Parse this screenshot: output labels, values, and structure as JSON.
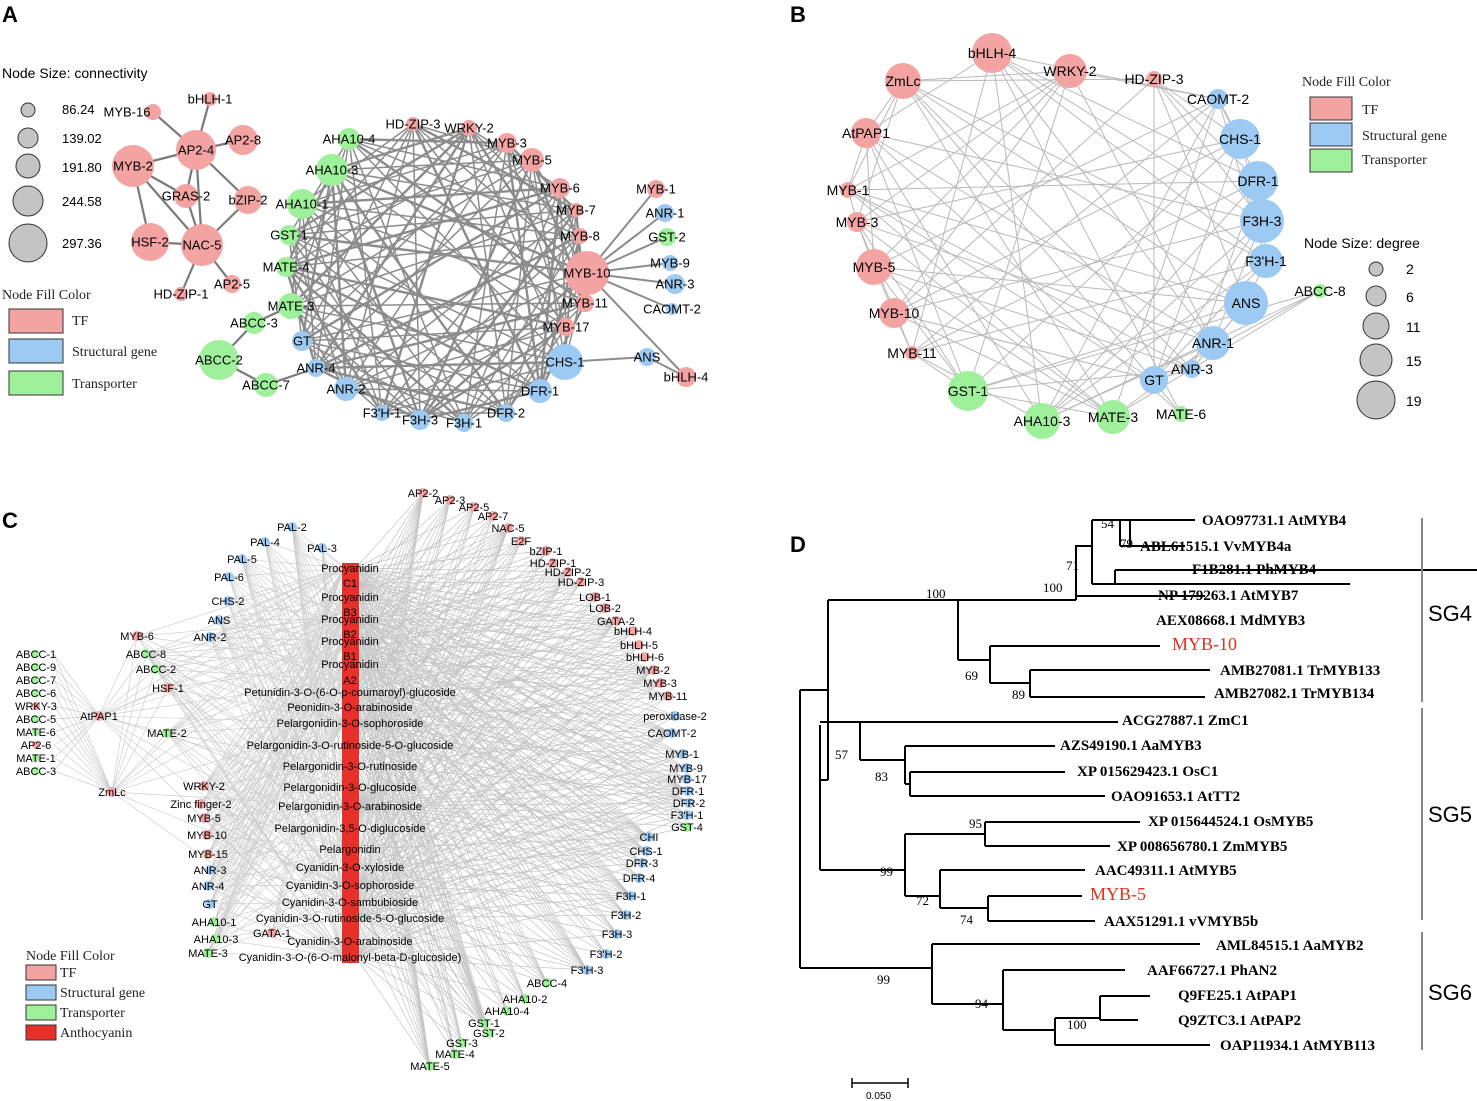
{
  "colors": {
    "tf": "#f4a3a3",
    "structural": "#9ccaf3",
    "transporter": "#9ff09a",
    "anthocyanin": "#e8302a",
    "edge": "#8c8c8c",
    "edge_light": "#c8c8c8",
    "highlight": "#e0301e"
  },
  "panels": {
    "a": "A",
    "b": "B",
    "c": "C",
    "d": "D"
  },
  "panel_a": {
    "size_title": "Node Size:  connectivity",
    "size_values": [
      "86.24",
      "139.02",
      "191.80",
      "244.58",
      "297.36"
    ],
    "fill_title": "Node Fill Color",
    "fill_items": [
      "TF",
      "Structural gene",
      "Transporter"
    ],
    "nodes": [
      {
        "id": "MYB-16",
        "t": "tf",
        "s": 8
      },
      {
        "id": "bHLH-1",
        "t": "tf",
        "s": 7
      },
      {
        "id": "AP2-4",
        "t": "tf",
        "s": 20
      },
      {
        "id": "AP2-8",
        "t": "tf",
        "s": 15
      },
      {
        "id": "MYB-2",
        "t": "tf",
        "s": 21
      },
      {
        "id": "GRAS-2",
        "t": "tf",
        "s": 12
      },
      {
        "id": "bZIP-2",
        "t": "tf",
        "s": 14
      },
      {
        "id": "HSF-2",
        "t": "tf",
        "s": 19
      },
      {
        "id": "NAC-5",
        "t": "tf",
        "s": 21
      },
      {
        "id": "AP2-5",
        "t": "tf",
        "s": 9
      },
      {
        "id": "HD-ZIP-1",
        "t": "tf",
        "s": 7
      },
      {
        "id": "AHA10-4",
        "t": "tr",
        "s": 11
      },
      {
        "id": "AHA10-3",
        "t": "tr",
        "s": 16
      },
      {
        "id": "AHA10-1",
        "t": "tr",
        "s": 15
      },
      {
        "id": "GST-1",
        "t": "tr",
        "s": 10
      },
      {
        "id": "MATE-4",
        "t": "tr",
        "s": 10
      },
      {
        "id": "MATE-3",
        "t": "tr",
        "s": 13
      },
      {
        "id": "ABCC-3",
        "t": "tr",
        "s": 11
      },
      {
        "id": "ABCC-2",
        "t": "tr",
        "s": 20
      },
      {
        "id": "ABCC-7",
        "t": "tr",
        "s": 12
      },
      {
        "id": "GT",
        "t": "st",
        "s": 10
      },
      {
        "id": "ANR-4",
        "t": "st",
        "s": 9
      },
      {
        "id": "ANR-2",
        "t": "st",
        "s": 12
      },
      {
        "id": "F3'H-1",
        "t": "st",
        "s": 8
      },
      {
        "id": "F3H-3",
        "t": "st",
        "s": 10
      },
      {
        "id": "F3H-1",
        "t": "st",
        "s": 9
      },
      {
        "id": "DFR-2",
        "t": "st",
        "s": 9
      },
      {
        "id": "DFR-1",
        "t": "st",
        "s": 12
      },
      {
        "id": "CHS-1",
        "t": "st",
        "s": 18
      },
      {
        "id": "ANS",
        "t": "st",
        "s": 9
      },
      {
        "id": "HD-ZIP-3",
        "t": "tf",
        "s": 7
      },
      {
        "id": "WRKY-2",
        "t": "tf",
        "s": 8
      },
      {
        "id": "MYB-3",
        "t": "tf",
        "s": 10
      },
      {
        "id": "MYB-5",
        "t": "tf",
        "s": 12
      },
      {
        "id": "MYB-6",
        "t": "tf",
        "s": 10
      },
      {
        "id": "MYB-7",
        "t": "tf",
        "s": 7
      },
      {
        "id": "MYB-8",
        "t": "tf",
        "s": 8
      },
      {
        "id": "MYB-10",
        "t": "tf",
        "s": 22
      },
      {
        "id": "MYB-11",
        "t": "tf",
        "s": 9
      },
      {
        "id": "MYB-17",
        "t": "tf",
        "s": 9
      },
      {
        "id": "MYB-1",
        "t": "tf",
        "s": 9
      },
      {
        "id": "ANR-1",
        "t": "st",
        "s": 9
      },
      {
        "id": "GST-2",
        "t": "tr",
        "s": 9
      },
      {
        "id": "MYB-9",
        "t": "st",
        "s": 8
      },
      {
        "id": "ANR-3",
        "t": "st",
        "s": 10
      },
      {
        "id": "CAOMT-2",
        "t": "st",
        "s": 6
      },
      {
        "id": "bHLH-4",
        "t": "tf",
        "s": 10
      }
    ]
  },
  "panel_b": {
    "fill_title": "Node Fill Color",
    "fill_items": [
      "TF",
      "Structural gene",
      "Transporter"
    ],
    "size_title": "Node Size:  degree",
    "size_values": [
      "2",
      "6",
      "11",
      "15",
      "19"
    ],
    "nodes": [
      {
        "id": "bHLH-4",
        "t": "tf",
        "s": 20
      },
      {
        "id": "WRKY-2",
        "t": "tf",
        "s": 17
      },
      {
        "id": "HD-ZIP-3",
        "t": "tf",
        "s": 8
      },
      {
        "id": "ZmLc",
        "t": "tf",
        "s": 18
      },
      {
        "id": "CAOMT-2",
        "t": "st",
        "s": 10
      },
      {
        "id": "AtPAP1",
        "t": "tf",
        "s": 15
      },
      {
        "id": "CHS-1",
        "t": "st",
        "s": 20
      },
      {
        "id": "MYB-1",
        "t": "tf",
        "s": 8
      },
      {
        "id": "DFR-1",
        "t": "st",
        "s": 20
      },
      {
        "id": "MYB-3",
        "t": "tf",
        "s": 10
      },
      {
        "id": "F3H-3",
        "t": "st",
        "s": 22
      },
      {
        "id": "MYB-5",
        "t": "tf",
        "s": 18
      },
      {
        "id": "F3'H-1",
        "t": "st",
        "s": 17
      },
      {
        "id": "ANS",
        "t": "st",
        "s": 22
      },
      {
        "id": "ABCC-8",
        "t": "tr",
        "s": 7
      },
      {
        "id": "MYB-10",
        "t": "tf",
        "s": 15
      },
      {
        "id": "ANR-1",
        "t": "st",
        "s": 17
      },
      {
        "id": "MYB-11",
        "t": "tf",
        "s": 7
      },
      {
        "id": "ANR-3",
        "t": "st",
        "s": 9
      },
      {
        "id": "GT",
        "t": "st",
        "s": 14
      },
      {
        "id": "GST-1",
        "t": "tr",
        "s": 20
      },
      {
        "id": "MATE-6",
        "t": "tr",
        "s": 8
      },
      {
        "id": "AHA10-3",
        "t": "tr",
        "s": 18
      },
      {
        "id": "MATE-3",
        "t": "tr",
        "s": 17
      }
    ]
  },
  "panel_c": {
    "fill_title": "Node Fill Color",
    "fill_items": [
      "TF",
      "Structural gene",
      "Transporter",
      "Anthocyanin"
    ],
    "anthocyanins": [
      "Procyanidin",
      "C1",
      "Procyanidin",
      "B3",
      "Procyanidin",
      "B2",
      "Procyanidin",
      "B1",
      "Procyanidin",
      "A2",
      "Petunidin-3-O-(6-O-p-coumaroyl)-glucoside",
      "Peonidin-3-O-arabinoside",
      "Pelargonidin-3-O-sophoroside",
      "Pelargonidin-3-O-rutinoside-5-O-glucoside",
      "Pelargonidin-3-O-rutinoside",
      "Pelargonidin-3-O-glucoside",
      "Pelargonidin-3-O-arabinoside",
      "Pelargonidin-3,5-O-diglucoside",
      "Pelargonidin",
      "Cyanidin-3-O-xyloside",
      "Cyanidin-3-O-sophoroside",
      "Cyanidin-3-O-sambubioside",
      "Cyanidin-3-O-rutinoside-5-O-glucoside",
      "Cyanidin-3-O-arabinoside",
      "Cyanidin-3-O-(6-O-malonyl-beta-D-glucoside)"
    ],
    "left_nodes": [
      {
        "id": "PAL-2",
        "t": "st"
      },
      {
        "id": "PAL-4",
        "t": "st"
      },
      {
        "id": "PAL-3",
        "t": "st"
      },
      {
        "id": "PAL-5",
        "t": "st"
      },
      {
        "id": "PAL-6",
        "t": "st"
      },
      {
        "id": "CHS-2",
        "t": "st"
      },
      {
        "id": "ANS",
        "t": "st"
      },
      {
        "id": "ANR-2",
        "t": "st"
      },
      {
        "id": "MYB-6",
        "t": "tf"
      },
      {
        "id": "ABCC-8",
        "t": "tr"
      },
      {
        "id": "ABCC-2",
        "t": "tr"
      },
      {
        "id": "HSF-1",
        "t": "tf"
      },
      {
        "id": "MATE-2",
        "t": "tr"
      },
      {
        "id": "AtPAP1",
        "t": "tf"
      },
      {
        "id": "ZmLc",
        "t": "tf"
      },
      {
        "id": "WRKY-2",
        "t": "tf"
      },
      {
        "id": "Zinc finger-2",
        "t": "tf"
      },
      {
        "id": "MYB-5",
        "t": "tf"
      },
      {
        "id": "MYB-10",
        "t": "tf"
      },
      {
        "id": "MYB-15",
        "t": "tf"
      },
      {
        "id": "ANR-3",
        "t": "st"
      },
      {
        "id": "ANR-4",
        "t": "st"
      },
      {
        "id": "GT",
        "t": "st"
      },
      {
        "id": "AHA10-1",
        "t": "tr"
      },
      {
        "id": "AHA10-3",
        "t": "tr"
      },
      {
        "id": "MATE-3",
        "t": "tr"
      },
      {
        "id": "GATA-1",
        "t": "tf"
      }
    ],
    "far_left": [
      "ABCC-1",
      "ABCC-9",
      "ABCC-7",
      "ABCC-6",
      "WRKY-3",
      "ABCC-5",
      "MATE-6",
      "AP2-6",
      "MATE-1",
      "ABCC-3"
    ],
    "right_nodes": [
      {
        "id": "AP2-2",
        "t": "tf"
      },
      {
        "id": "AP2-3",
        "t": "tf"
      },
      {
        "id": "AP2-5",
        "t": "tf"
      },
      {
        "id": "AP2-7",
        "t": "tf"
      },
      {
        "id": "NAC-5",
        "t": "tf"
      },
      {
        "id": "E2F",
        "t": "tf"
      },
      {
        "id": "bZIP-1",
        "t": "tf"
      },
      {
        "id": "HD-ZIP-1",
        "t": "tf"
      },
      {
        "id": "HD-ZIP-2",
        "t": "tf"
      },
      {
        "id": "HD-ZIP-3",
        "t": "tf"
      },
      {
        "id": "LOB-1",
        "t": "tf"
      },
      {
        "id": "LOB-2",
        "t": "tf"
      },
      {
        "id": "GATA-2",
        "t": "tf"
      },
      {
        "id": "bHLH-4",
        "t": "tf"
      },
      {
        "id": "bHLH-5",
        "t": "tf"
      },
      {
        "id": "bHLH-6",
        "t": "tf"
      },
      {
        "id": "MYB-2",
        "t": "tf"
      },
      {
        "id": "MYB-3",
        "t": "tf"
      },
      {
        "id": "MYB-11",
        "t": "tf"
      },
      {
        "id": "peroxidase-2",
        "t": "st"
      },
      {
        "id": "CAOMT-2",
        "t": "st"
      },
      {
        "id": "MYB-1",
        "t": "st"
      },
      {
        "id": "MYB-9",
        "t": "st"
      },
      {
        "id": "MYB-17",
        "t": "st"
      },
      {
        "id": "DFR-1",
        "t": "st"
      },
      {
        "id": "DFR-2",
        "t": "st"
      },
      {
        "id": "F3'H-1",
        "t": "st"
      },
      {
        "id": "GST-4",
        "t": "tr"
      },
      {
        "id": "CHI",
        "t": "st"
      },
      {
        "id": "CHS-1",
        "t": "st"
      },
      {
        "id": "DFR-3",
        "t": "st"
      },
      {
        "id": "DFR-4",
        "t": "st"
      },
      {
        "id": "F3H-1",
        "t": "st"
      },
      {
        "id": "F3H-2",
        "t": "st"
      },
      {
        "id": "F3H-3",
        "t": "st"
      },
      {
        "id": "F3'H-2",
        "t": "st"
      },
      {
        "id": "F3'H-3",
        "t": "st"
      },
      {
        "id": "ABCC-4",
        "t": "tr"
      },
      {
        "id": "AHA10-2",
        "t": "tr"
      },
      {
        "id": "AHA10-4",
        "t": "tr"
      },
      {
        "id": "GST-1",
        "t": "tr"
      },
      {
        "id": "GST-2",
        "t": "tr"
      },
      {
        "id": "GST-3",
        "t": "tr"
      },
      {
        "id": "MATE-4",
        "t": "tr"
      },
      {
        "id": "MATE-5",
        "t": "tr"
      }
    ]
  },
  "panel_d": {
    "leaves": [
      "OAO97731.1 AtMYB4",
      "ABL61515.1 VvMYB4a",
      "F1B281.1 PhMYB4",
      "NP 179263.1 AtMYB7",
      "AEX08668.1 MdMYB3",
      "MYB-10",
      "AMB27081.1 TrMYB133",
      "AMB27082.1 TrMYB134",
      "ACG27887.1 ZmC1",
      "AZS49190.1 AaMYB3",
      "XP 015629423.1 OsC1",
      "OAO91653.1 AtTT2",
      "XP 015644524.1 OsMYB5",
      "XP 008656780.1 ZmMYB5",
      "AAC49311.1 AtMYB5",
      "MYB-5",
      "AAX51291.1 vVMYB5b",
      "AML84515.1 AaMYB2",
      "AAF66727.1 PhAN2",
      "Q9FE25.1 AtPAP1",
      "Q9ZTC3.1 AtPAP2",
      "OAP11934.1 AtMYB113"
    ],
    "bootstrap": [
      "54",
      "79",
      "71",
      "100",
      "100",
      "69",
      "89",
      "57",
      "83",
      "95",
      "99",
      "72",
      "74",
      "99",
      "94",
      "100"
    ],
    "groups": [
      "SG4",
      "SG5",
      "SG6"
    ],
    "scale": "0.050"
  }
}
